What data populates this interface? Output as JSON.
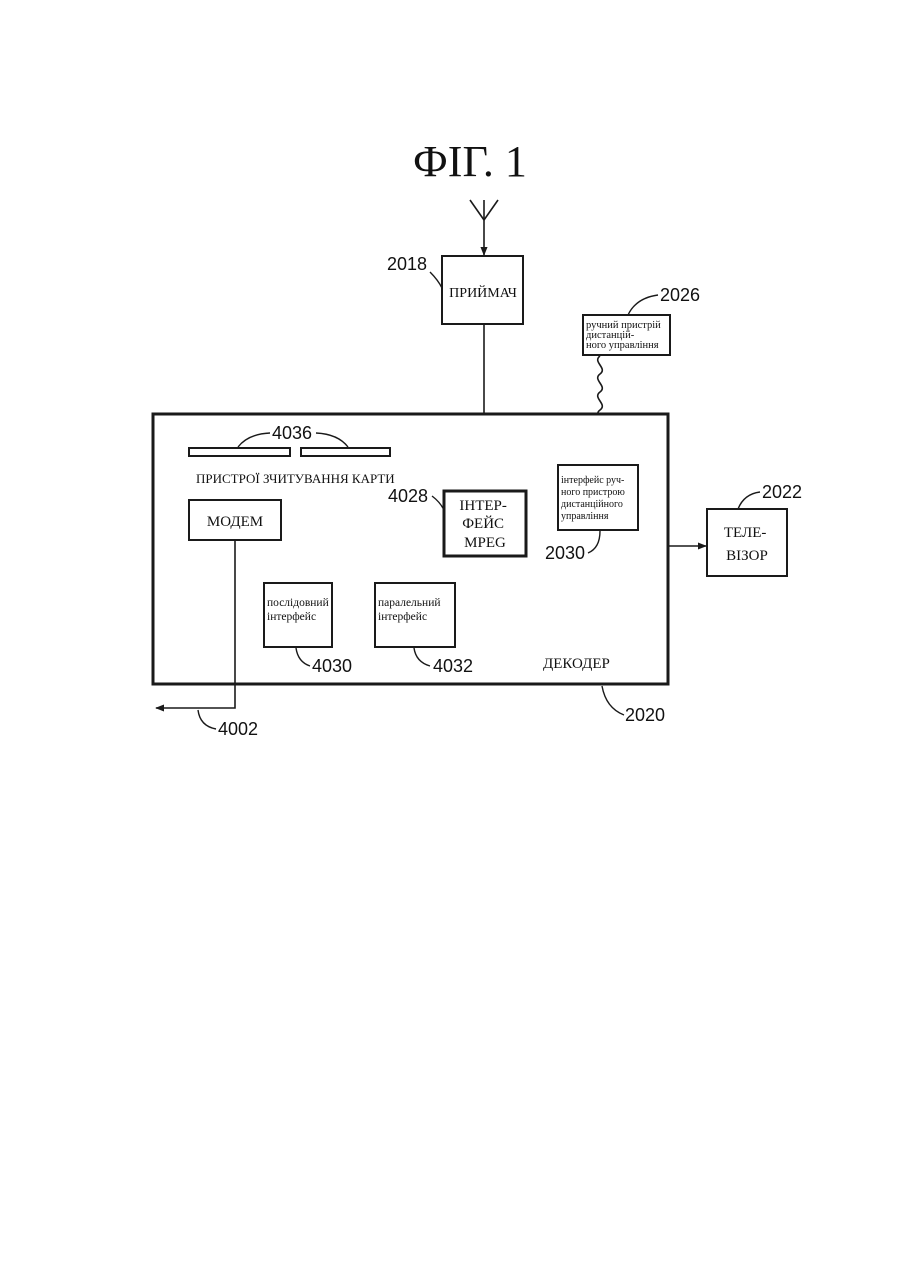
{
  "figure_title": "ФІГ. 1",
  "receiver": {
    "label": "ПРИЙМАЧ",
    "ref": "2018"
  },
  "remote_control": {
    "lines": [
      "ручний пристрій",
      "дистанцій-",
      "ного управління"
    ],
    "ref": "2026"
  },
  "decoder": {
    "label": "ДЕКОДЕР",
    "ref": "2020"
  },
  "card_readers": {
    "label": "ПРИСТРОЇ ЗЧИТУВАННЯ КАРТИ",
    "ref": "4036"
  },
  "modem": {
    "label": "МОДЕМ",
    "ref": "4002"
  },
  "mpeg_interface": {
    "lines": [
      "ІНТЕР-",
      "ФЕЙС",
      "MPEG"
    ],
    "ref": "4028"
  },
  "remote_interface": {
    "lines": [
      "інтерфейс руч-",
      "ного пристрою",
      "дистанційного",
      "управління"
    ],
    "ref": "2030"
  },
  "serial_interface": {
    "lines": [
      "послідовний",
      "інтерфейс"
    ],
    "ref": "4030"
  },
  "parallel_interface": {
    "lines": [
      "паралельний",
      "інтерфейс"
    ],
    "ref": "4032"
  },
  "television": {
    "lines": [
      "ТЕЛЕ-",
      "ВІЗОР"
    ],
    "ref": "2022"
  }
}
